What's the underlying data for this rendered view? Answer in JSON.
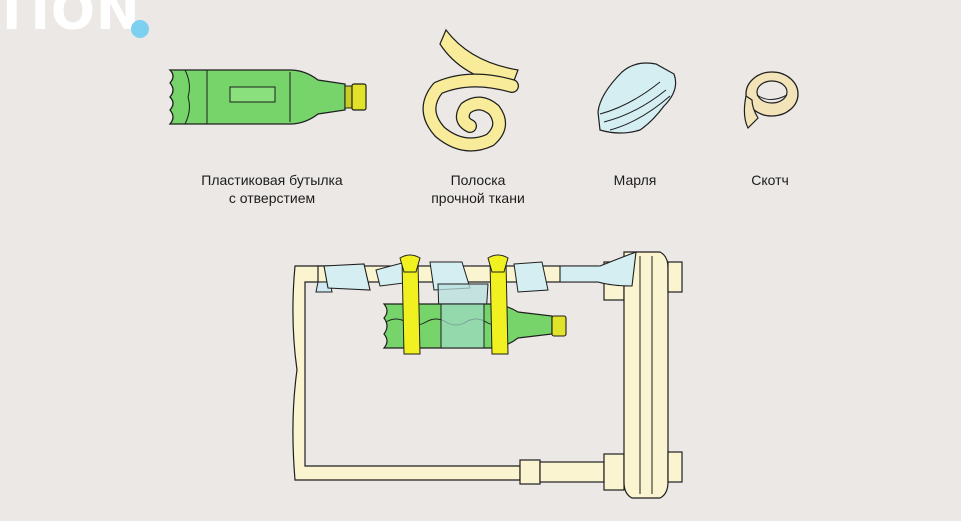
{
  "logo": {
    "text": "TION",
    "dot_color": "#7dd0ef"
  },
  "items": [
    {
      "label_lines": [
        "Пластиковая бутылка",
        "с отверстием"
      ],
      "icon": "plastic-bottle"
    },
    {
      "label_lines": [
        "Полоска",
        "прочной ткани"
      ],
      "icon": "fabric-strip"
    },
    {
      "label_lines": [
        "Марля"
      ],
      "icon": "gauze"
    },
    {
      "label_lines": [
        "Скотч"
      ],
      "icon": "tape"
    }
  ],
  "colors": {
    "background": "#ebe8e6",
    "bottle_green": "#76d46a",
    "cap_yellow": "#e1e32a",
    "fabric": "#f8ec9a",
    "gauze": "#d4eef2",
    "tape": "#f3e3b8",
    "frame": "#fbf4d0",
    "tie_yellow": "#f1f020"
  }
}
